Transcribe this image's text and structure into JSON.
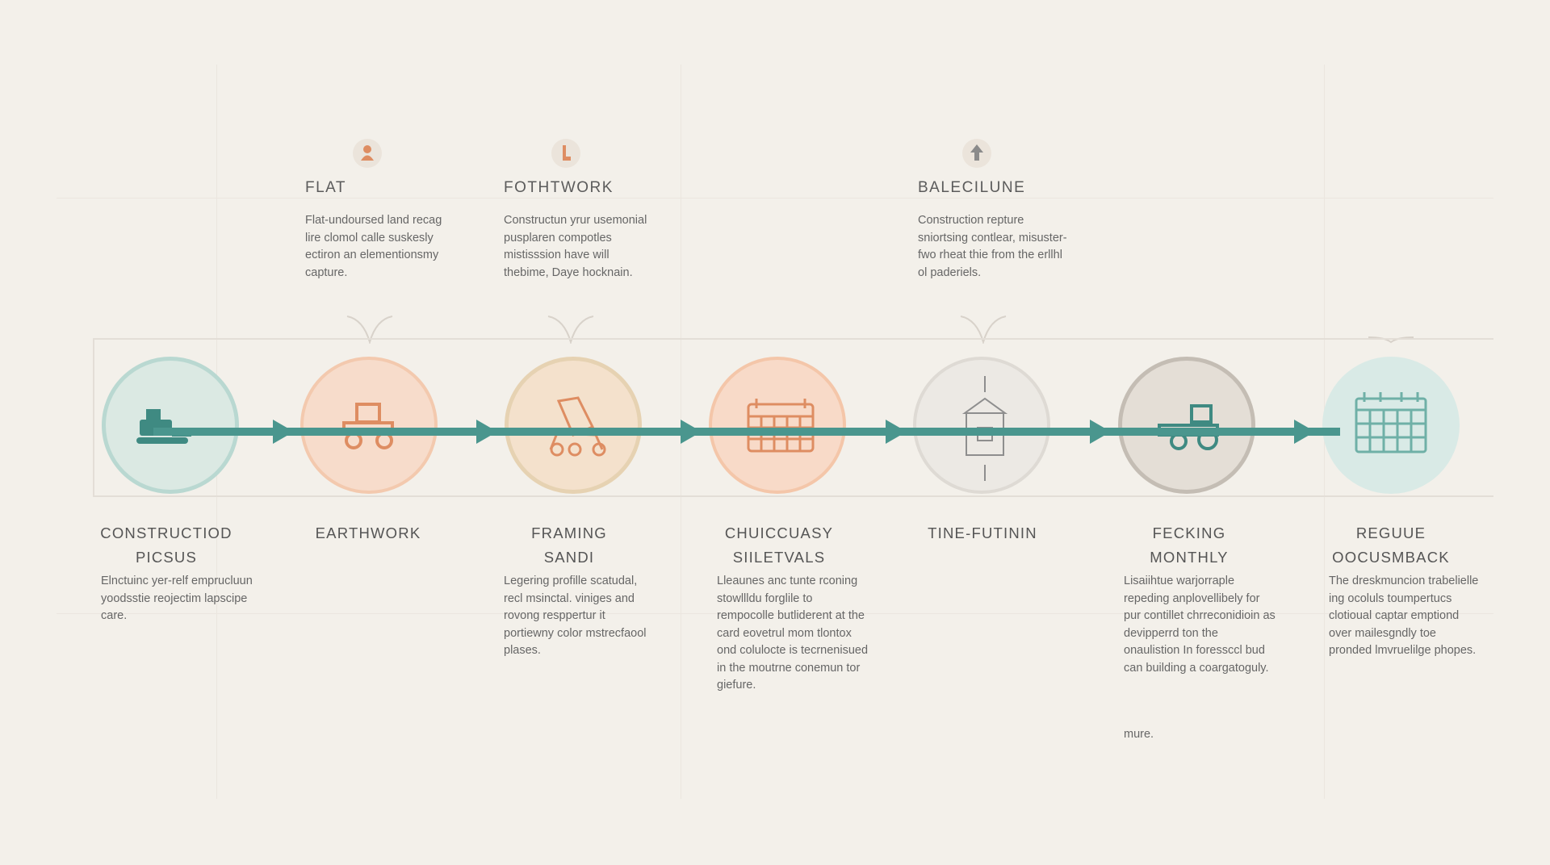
{
  "colors": {
    "background": "#f3f0ea",
    "rail": "#4a968e",
    "teal_icon": "#3f8a82",
    "orange_icon": "#de8d62"
  },
  "top_labels": [
    {
      "icon": "person-icon",
      "title": "FLAT",
      "description": "Flat-undoursed land recag lire clomol calle suskesly ectiron an elementionsmy capture."
    },
    {
      "icon": "boot-icon",
      "title": "FOTHTWORK",
      "description": "Constructun yrur usemonial pusplaren compotles mistisssion have will thebime, Daye hocknain."
    },
    {
      "icon": "up-arrow-icon",
      "title": "BALECILUNE",
      "description": "Construction repture sniortsing contlear, misuster-fwo rheat thie from the erllhl ol paderiels."
    }
  ],
  "stages": [
    {
      "icon": "bulldozer-icon",
      "title_line1": "CONSTRUCTIOD",
      "title_line2": "PICSUS",
      "description": "Elnctuinc yer-relf emprucluun yoodsstie reojectim lapscipe care."
    },
    {
      "icon": "tractor-icon",
      "title_line1": "EARTHWORK",
      "title_line2": "",
      "description": ""
    },
    {
      "icon": "cement-mixer-icon",
      "title_line1": "FRAMING",
      "title_line2": "SANDI",
      "description": "Legering profille scatudal, recl msinctal. viniges and rovong resppertur it portiewny color mstrecfaool plases."
    },
    {
      "icon": "calendar-grid-icon",
      "title_line1": "CHUICCUASY",
      "title_line2": "SIILETVALS",
      "description": "Lleaunes anc tunte rconing stowllldu forglile to rempocolle butliderent at the card eovetrul mom tlontox ond colulocte is tecrnenisued in the moutrne conemun tor giefure."
    },
    {
      "icon": "house-icon",
      "title_line1": "TINE-FUTININ",
      "title_line2": "",
      "description": ""
    },
    {
      "icon": "tractor-icon",
      "title_line1": "FECKING",
      "title_line2": "MONTHLY",
      "description": "Lisaiihtue warjorraple repeding anplovellibely for pur contillet chrreconidioin as devipperrd ton the onaulistion In foressccl bud can building a coargatoguly."
    },
    {
      "icon": "calendar-icon",
      "title_line1": "REGUUE",
      "title_line2": "OOCUSMBACK",
      "description": "The dreskmuncion trabelielle ing ocoluls toumpertucs clotioual captar emptiond over mailesgndly toe pronded lmvruelilge phopes."
    }
  ],
  "extra_note": "mure."
}
